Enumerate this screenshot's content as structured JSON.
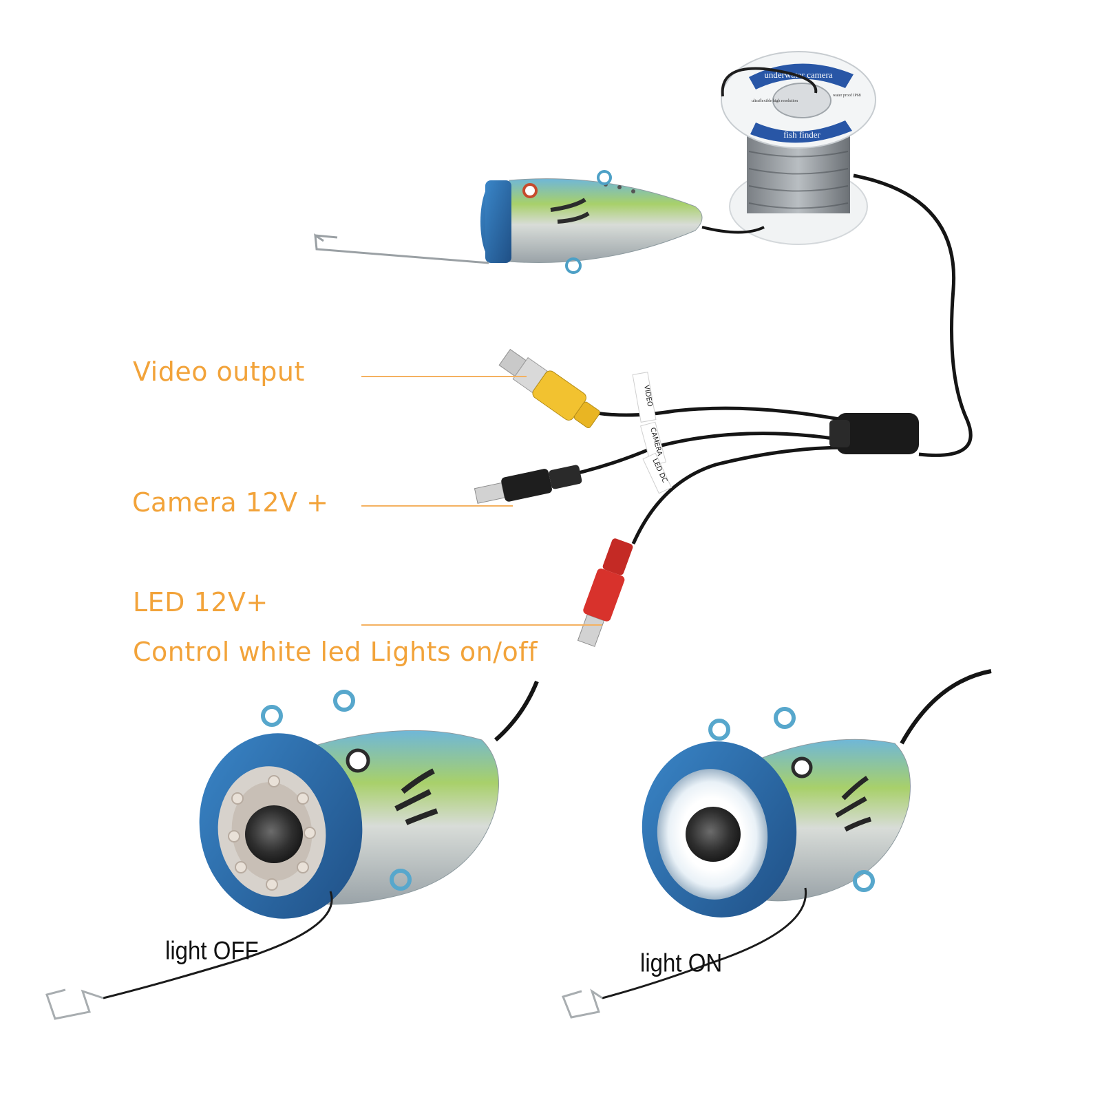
{
  "spool": {
    "band_top": "underwater camera",
    "label_left": "ultraflexible high resolution",
    "label_right": "water proof IP68",
    "band_bottom": "fish finder"
  },
  "cable_tags": {
    "video": "VIDEO",
    "camera_power": "CAMERA",
    "led_power": "LED DC"
  },
  "callouts": {
    "video_output": "Video output",
    "camera_power": "Camera 12V +",
    "led_power": "LED 12V+",
    "led_note": "Control white led Lights on/off"
  },
  "captions": {
    "light_off": "light OFF",
    "light_on": "light ON"
  },
  "colors": {
    "callout_text": "#f2a33a",
    "rca_yellow": "#f2c230",
    "dc_red": "#d8322c",
    "camera_blue": "#2d73b8",
    "body_green": "#8fc45a"
  }
}
